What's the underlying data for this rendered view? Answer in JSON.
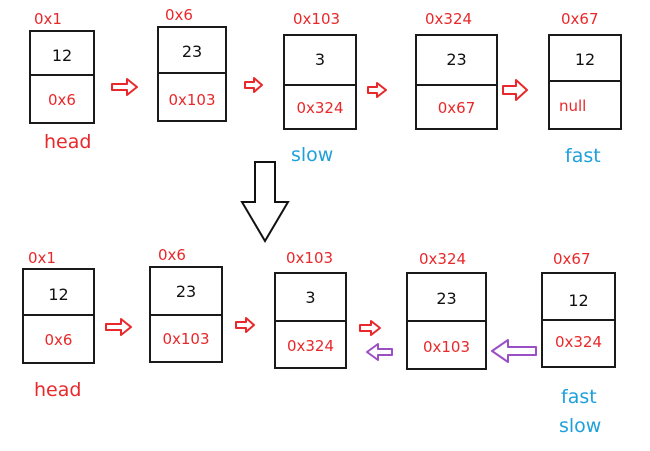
{
  "colors": {
    "box_border": "#1a1a1a",
    "address": "#e8282a",
    "pointer_label": "#1ea0dc",
    "head_label": "#e8282a",
    "arrow_forward": "#e8282a",
    "arrow_reversed": "#9b4fc4",
    "big_arrow": "#111111"
  },
  "top_list": {
    "nodes": [
      {
        "addr": "0x1",
        "value": "12",
        "next": "0x6"
      },
      {
        "addr": "0x6",
        "value": "23",
        "next": "0x103"
      },
      {
        "addr": "0x103",
        "value": "3",
        "next": "0x324"
      },
      {
        "addr": "0x324",
        "value": "23",
        "next": "0x67"
      },
      {
        "addr": "0x67",
        "value": "12",
        "next": "null"
      }
    ],
    "labels": {
      "head": "head",
      "slow": "slow",
      "fast": "fast"
    }
  },
  "bottom_list": {
    "nodes": [
      {
        "addr": "0x1",
        "value": "12",
        "next": "0x6"
      },
      {
        "addr": "0x6",
        "value": "23",
        "next": "0x103"
      },
      {
        "addr": "0x103",
        "value": "3",
        "next": "0x324"
      },
      {
        "addr": "0x324",
        "value": "23",
        "next": "0x103"
      },
      {
        "addr": "0x67",
        "value": "12",
        "next": "0x324"
      }
    ],
    "labels": {
      "head": "head",
      "fast": "fast",
      "slow": "slow"
    }
  },
  "icons": {
    "transition": "down-arrow-icon",
    "forward_link": "right-arrow-icon",
    "reversed_link": "left-arrow-icon"
  }
}
